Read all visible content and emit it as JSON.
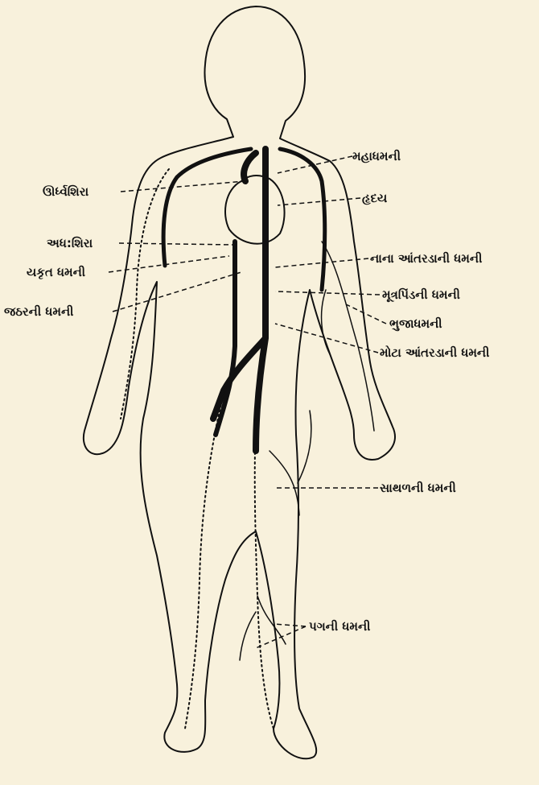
{
  "diagram": {
    "labels": {
      "aorta": "મહાધમની",
      "superior_vena_cava": "ઊર્ધ્વશિરા",
      "heart": "હૃદય",
      "inferior_vena_cava": "અધ:શિરા",
      "hepatic_artery": "યકૃત ધમની",
      "small_intestine_artery": "નાના આંતરડાની ધમની",
      "gastric_artery": "જઠરની ધમની",
      "renal_artery": "મૂત્રપિંડની ધમની",
      "brachial_artery": "ભુજાધમની",
      "large_intestine_artery": "મોટા આંતરડાની ધમની",
      "femoral_artery": "સાથળની ધમની",
      "leg_artery": "પગની ધમની"
    },
    "colors": {
      "background": "#f8f1dc",
      "ink": "#111111"
    }
  }
}
